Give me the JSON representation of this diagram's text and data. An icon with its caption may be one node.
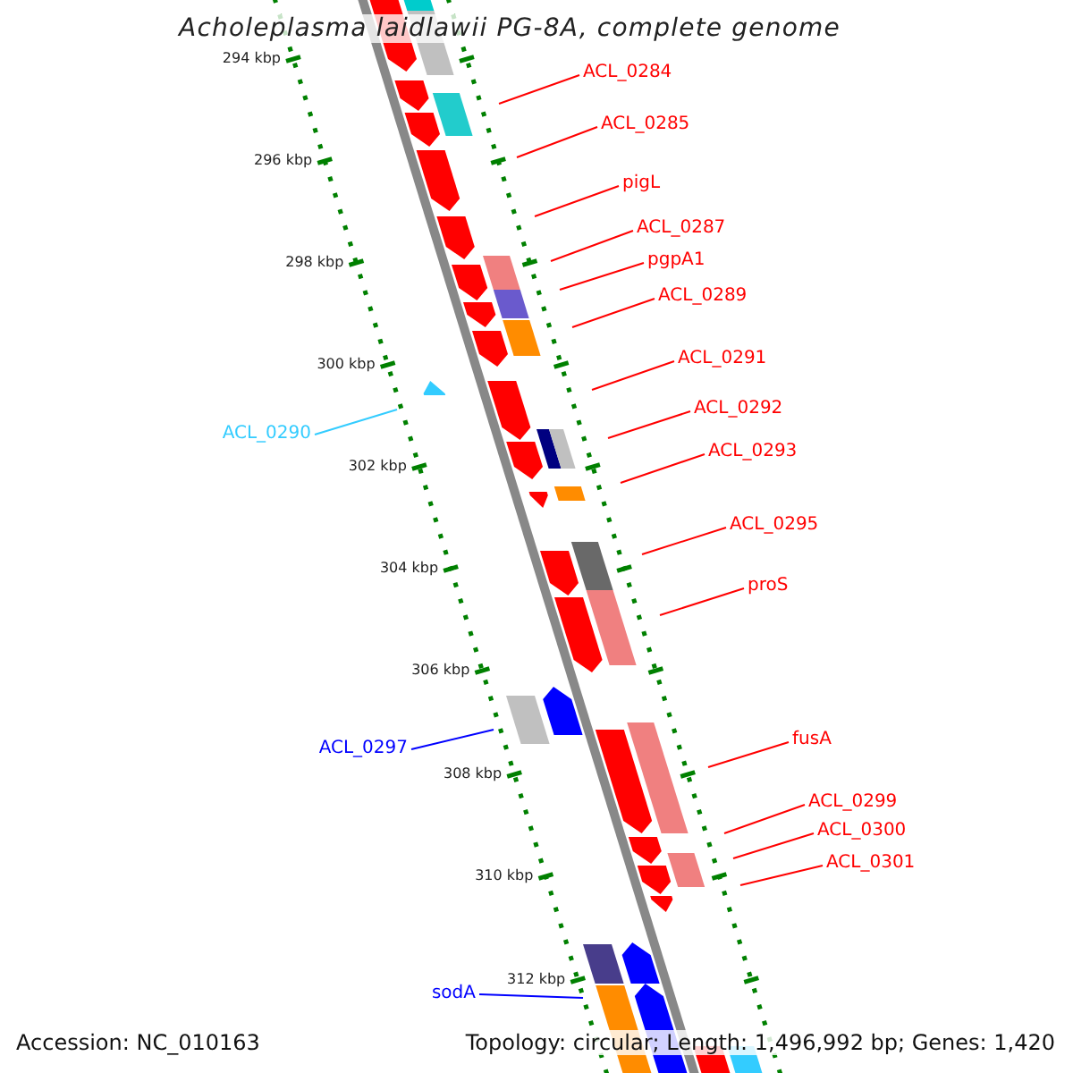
{
  "diagram": {
    "title": "Acholeplasma laidlawii PG-8A, complete genome",
    "nodes": [
      {
        "text": [
          "ACL_0284"
        ]
      },
      {
        "text": [
          "ACL_0285"
        ]
      },
      {
        "text": [
          "pigL"
        ]
      },
      {
        "text": [
          "ACL_0287"
        ]
      },
      {
        "text": [
          "pgpA1"
        ]
      },
      {
        "text": [
          "ACL_0289"
        ]
      },
      {
        "text": [
          "ACL_0290"
        ]
      },
      {
        "text": [
          "ACL_0291"
        ]
      },
      {
        "text": [
          "ACL_0292"
        ]
      },
      {
        "text": [
          "ACL_0293"
        ]
      },
      {
        "text": [
          "ACL_0295"
        ]
      },
      {
        "text": [
          "proS"
        ]
      },
      {
        "text": [
          "ACL_0297"
        ]
      },
      {
        "text": [
          "fusA"
        ]
      },
      {
        "text": [
          "ACL_0299"
        ]
      },
      {
        "text": [
          "ACL_0300"
        ]
      },
      {
        "text": [
          "ACL_0301"
        ]
      },
      {
        "text": [
          "sodA"
        ]
      }
    ],
    "edges": [
      {
        "from": 0,
        "to": null,
        "arrow": "none"
      },
      {
        "from": 1,
        "to": null,
        "arrow": "none"
      },
      {
        "from": 2,
        "to": null,
        "arrow": "none"
      },
      {
        "from": 3,
        "to": null,
        "arrow": "none"
      },
      {
        "from": 4,
        "to": null,
        "arrow": "none"
      },
      {
        "from": 5,
        "to": null,
        "arrow": "none"
      },
      {
        "from": 6,
        "to": null,
        "arrow": "none",
        "color": "#33ccff"
      },
      {
        "from": 7,
        "to": null,
        "arrow": "none"
      },
      {
        "from": 8,
        "to": null,
        "arrow": "none"
      },
      {
        "from": 9,
        "to": null,
        "arrow": "none"
      },
      {
        "from": 10,
        "to": null,
        "arrow": "none"
      },
      {
        "from": 11,
        "to": null,
        "arrow": "none"
      },
      {
        "from": 12,
        "to": null,
        "arrow": "none",
        "color": "#0000ff"
      },
      {
        "from": 13,
        "to": null,
        "arrow": "none"
      },
      {
        "from": 14,
        "to": null,
        "arrow": "none"
      },
      {
        "from": 15,
        "to": null,
        "arrow": "none"
      },
      {
        "from": 16,
        "to": null,
        "arrow": "none"
      },
      {
        "from": 17,
        "to": null,
        "arrow": "none",
        "color": "#0000ff"
      }
    ],
    "labels": [
      "294 kbp",
      "296 kbp",
      "298 kbp",
      "300 kbp",
      "302 kbp",
      "304 kbp",
      "306 kbp",
      "308 kbp",
      "310 kbp",
      "312 kbp",
      "Accession: NC_010163",
      "Topology: circular; Length: 1,496,992 bp; Genes: 1,420"
    ]
  }
}
